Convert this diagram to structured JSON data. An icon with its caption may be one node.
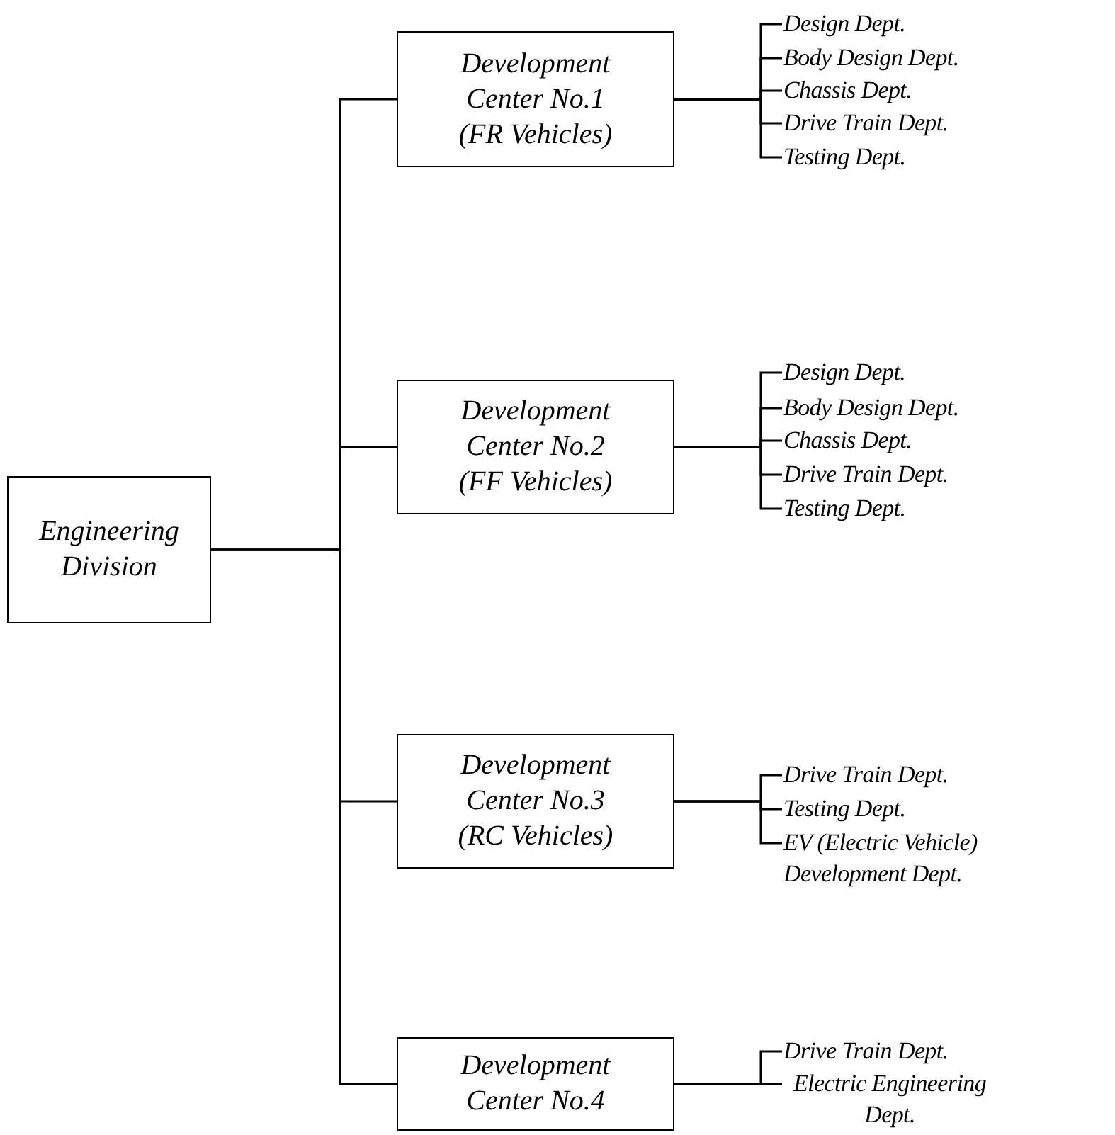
{
  "diagram": {
    "nodes": [
      {
        "text": [
          "Engineering Division"
        ]
      },
      {
        "text": [
          "Development Center No.1 (FR Vehicles)"
        ]
      },
      {
        "text": [
          "Design Dept."
        ]
      },
      {
        "text": [
          "Body Design Dept."
        ]
      },
      {
        "text": [
          "Chassis Dept."
        ]
      },
      {
        "text": [
          "Drive Train Dept."
        ]
      },
      {
        "text": [
          "Testing Dept."
        ]
      },
      {
        "text": [
          "Development Center No.2 (FF Vehicles)"
        ]
      },
      {
        "text": [
          "Design Dept."
        ]
      },
      {
        "text": [
          "Body Design Dept."
        ]
      },
      {
        "text": [
          "Chassis Dept."
        ]
      },
      {
        "text": [
          "Drive Train Dept."
        ]
      },
      {
        "text": [
          "Testing Dept."
        ]
      },
      {
        "text": [
          "Development Center No.3 (RC Vehicles)"
        ]
      },
      {
        "text": [
          "Drive Train Dept."
        ]
      },
      {
        "text": [
          "Testing Dept."
        ]
      },
      {
        "text": [
          "EV (Electric Vehicle) Development Dept."
        ]
      },
      {
        "text": [
          "Development Center No.4"
        ]
      },
      {
        "text": [
          "Drive Train Dept."
        ]
      },
      {
        "text": [
          "Electric Engineering Dept."
        ]
      }
    ],
    "edges": [
      {
        "from": 0,
        "to": 1,
        "arrow": "none"
      },
      {
        "from": 0,
        "to": 7,
        "arrow": "none"
      },
      {
        "from": 0,
        "to": 13,
        "arrow": "none"
      },
      {
        "from": 0,
        "to": 17,
        "arrow": "none"
      },
      {
        "from": 1,
        "to": 2,
        "arrow": "none"
      },
      {
        "from": 1,
        "to": 3,
        "arrow": "none"
      },
      {
        "from": 1,
        "to": 4,
        "arrow": "none"
      },
      {
        "from": 1,
        "to": 5,
        "arrow": "none"
      },
      {
        "from": 1,
        "to": 6,
        "arrow": "none"
      },
      {
        "from": 7,
        "to": 8,
        "arrow": "none"
      },
      {
        "from": 7,
        "to": 9,
        "arrow": "none"
      },
      {
        "from": 7,
        "to": 10,
        "arrow": "none"
      },
      {
        "from": 7,
        "to": 11,
        "arrow": "none"
      },
      {
        "from": 7,
        "to": 12,
        "arrow": "none"
      },
      {
        "from": 13,
        "to": 14,
        "arrow": "none"
      },
      {
        "from": 13,
        "to": 15,
        "arrow": "none"
      },
      {
        "from": 13,
        "to": 16,
        "arrow": "none"
      },
      {
        "from": 17,
        "to": 18,
        "arrow": "none"
      },
      {
        "from": 17,
        "to": 19,
        "arrow": "none"
      }
    ]
  }
}
